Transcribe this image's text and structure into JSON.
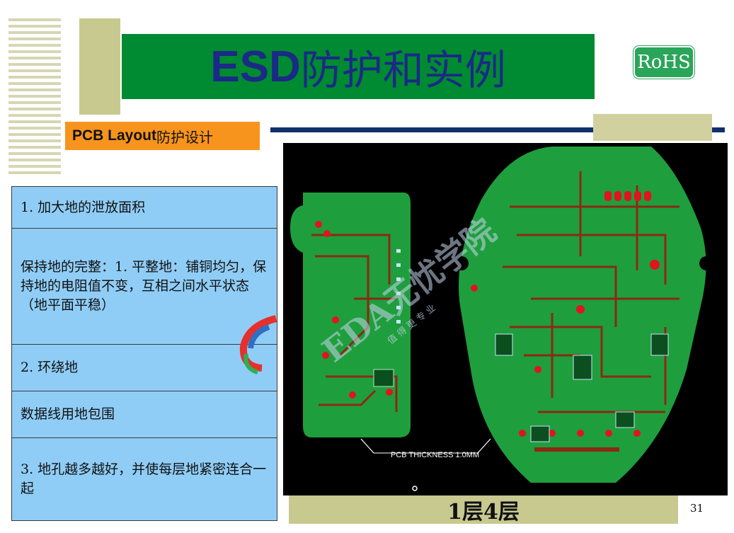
{
  "title": {
    "latin": "ESD",
    "cjk": "防护和实例"
  },
  "badge": "RoHS",
  "subtitle": {
    "latin": "PCB Layout",
    "cjk": "防护设计"
  },
  "panel": {
    "rows": [
      "1. 加大地的泄放面积",
      "保持地的完整：1. 平整地：铺铜均匀，保持地的电阻值不变，互相之间水平状态（地平面平稳）",
      "2. 环绕地",
      "数据线用地包围",
      "3. 地孔越多越好，并使每层地紧密连合一起"
    ]
  },
  "board": {
    "thickness_label": "PCB THICKNESS 1.0MM",
    "watermark_main": "EDA无忧学院",
    "watermark_sub": "值 得 更 专 业"
  },
  "caption": "1层4层",
  "page_number": "31",
  "colors": {
    "title_bg": "#008a32",
    "title_text": "#1b2a86",
    "subtitle_bg": "#f7941d",
    "panel_bg": "#8fcdf6",
    "accent_line": "#10306c",
    "olive": "#c8c98f"
  }
}
